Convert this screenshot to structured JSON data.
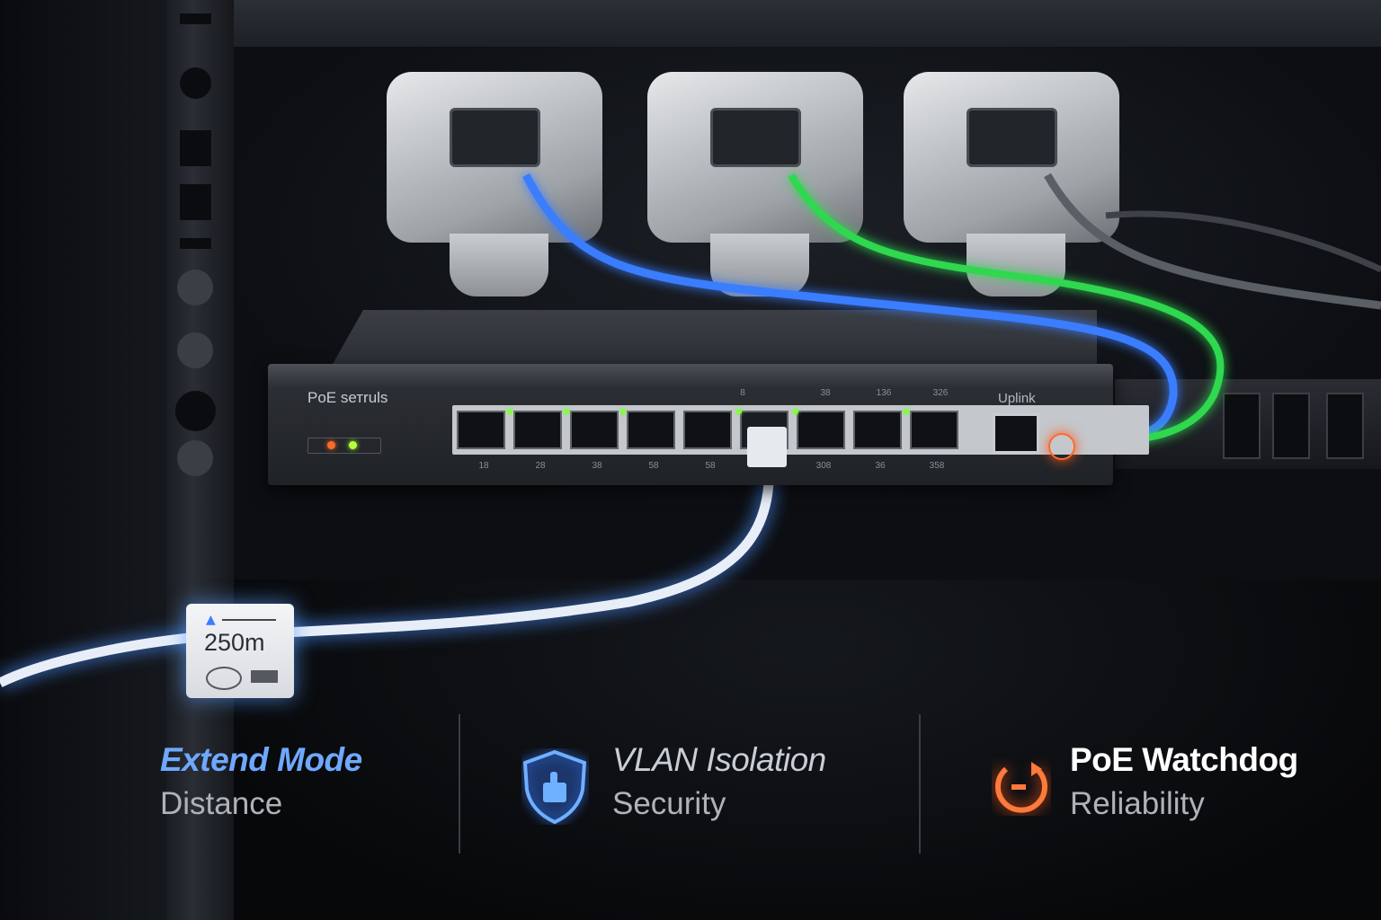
{
  "switch": {
    "brand_label": "PoE sетruls",
    "port_top_numbers": [
      "",
      "",
      "",
      "",
      "",
      "8",
      "38",
      "136",
      "326"
    ],
    "port_bottom_numbers": [
      "18",
      "28",
      "38",
      "58",
      "58",
      "",
      "308",
      "36",
      "358"
    ],
    "uplink_label": "Uplink",
    "status_leds": [
      "#ff6a2a",
      "#b5ff3a"
    ],
    "port_leds": [
      "#7dff3a"
    ]
  },
  "distance_badge": {
    "value": "250m"
  },
  "features": [
    {
      "title": "Extend Mode",
      "subtitle": "Distance",
      "title_color": "#6fa8ff",
      "icon": "distance-badge"
    },
    {
      "title": "VLAN Isolation",
      "subtitle": "Security",
      "title_color": "#c9ced6",
      "icon": "shield-thumbs-up-icon"
    },
    {
      "title": "PoE Watchdog",
      "subtitle": "Reliability",
      "title_color": "#ffffff",
      "icon": "restart-arrow-icon"
    }
  ],
  "cables": {
    "blue": "#3a7dff",
    "green": "#2fd84f",
    "gray": "#5a5e65",
    "white": "#e8eef8"
  }
}
